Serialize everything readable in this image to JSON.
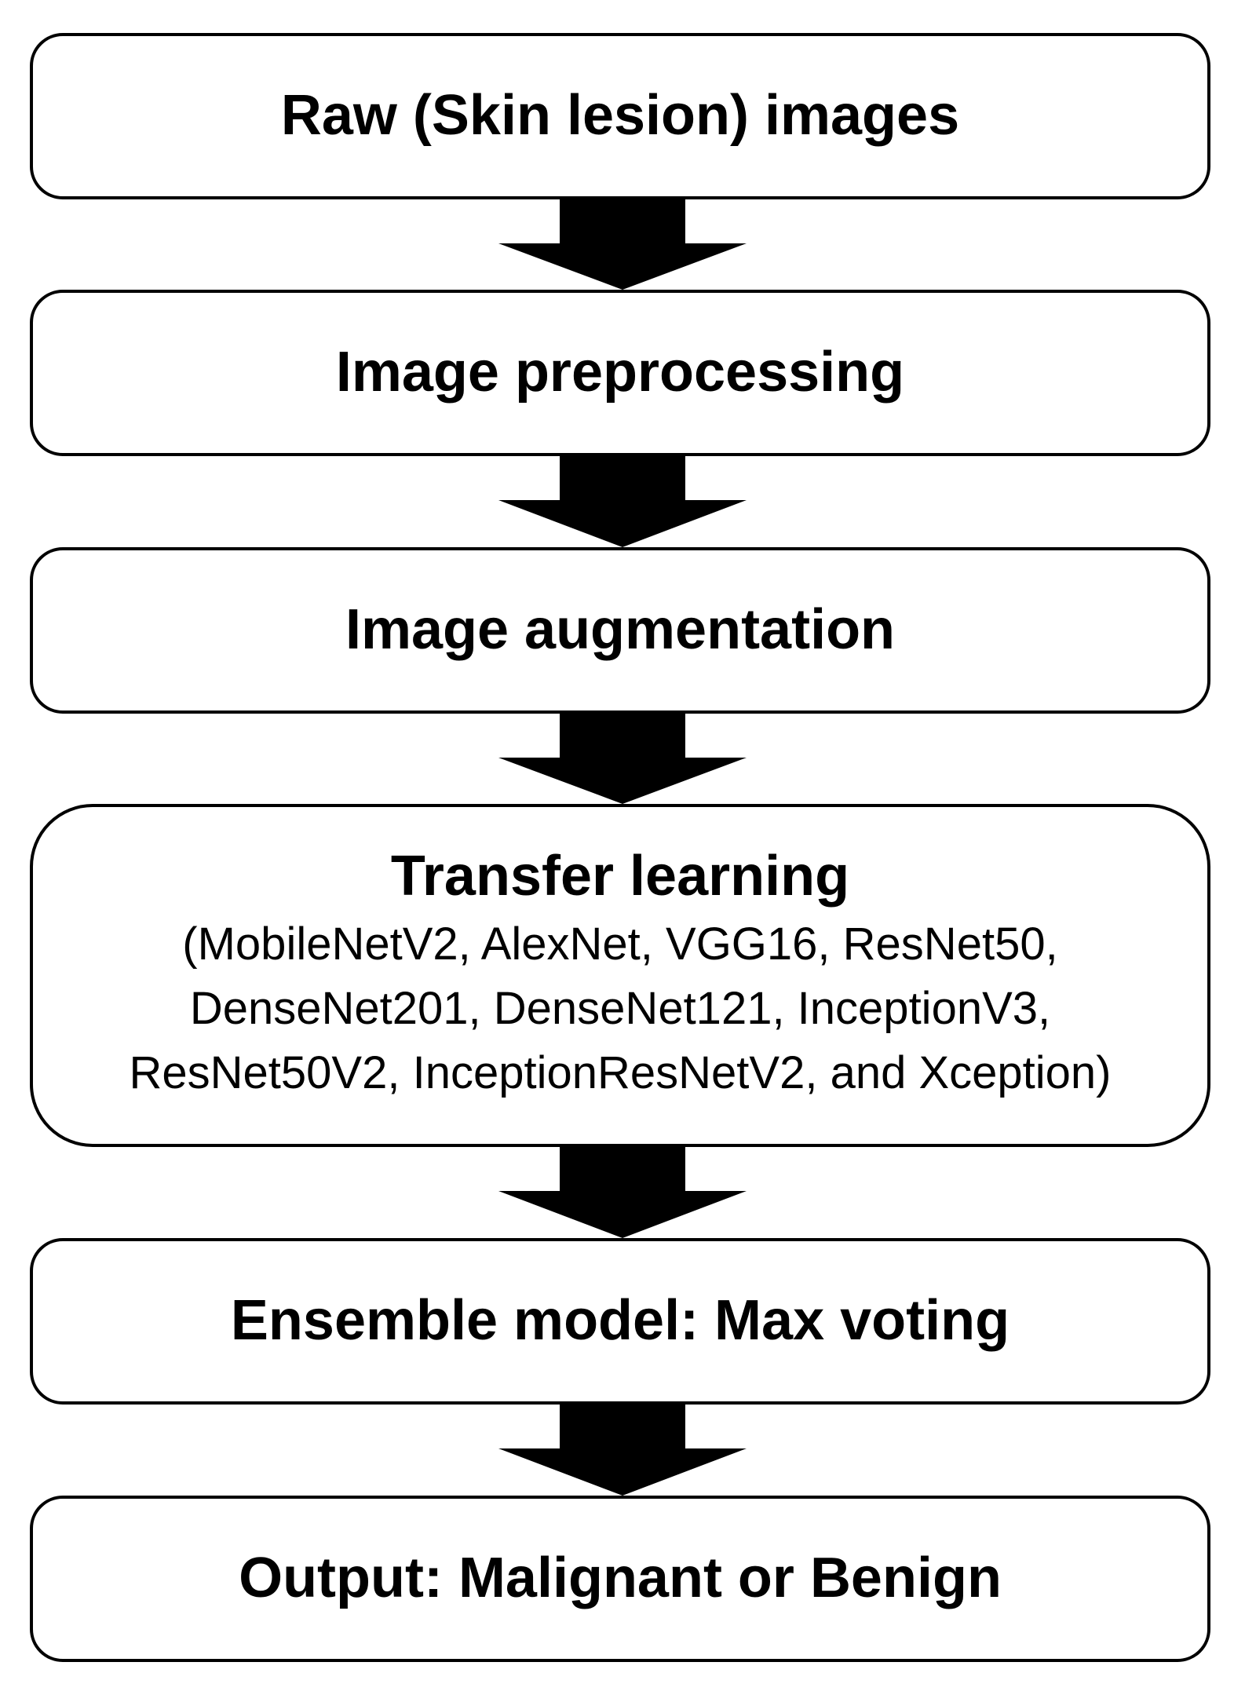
{
  "diagram": {
    "steps": [
      {
        "title": "Raw (Skin lesion) images"
      },
      {
        "title": "Image preprocessing"
      },
      {
        "title": "Image augmentation"
      },
      {
        "title": "Transfer learning",
        "detail_lines": [
          "(MobileNetV2, AlexNet, VGG16, ResNet50,",
          "DenseNet201, DenseNet121, InceptionV3,",
          "ResNet50V2, InceptionResNetV2, and Xception)"
        ]
      },
      {
        "title": "Ensemble model: Max voting"
      },
      {
        "title": "Output: Malignant or Benign"
      }
    ]
  }
}
